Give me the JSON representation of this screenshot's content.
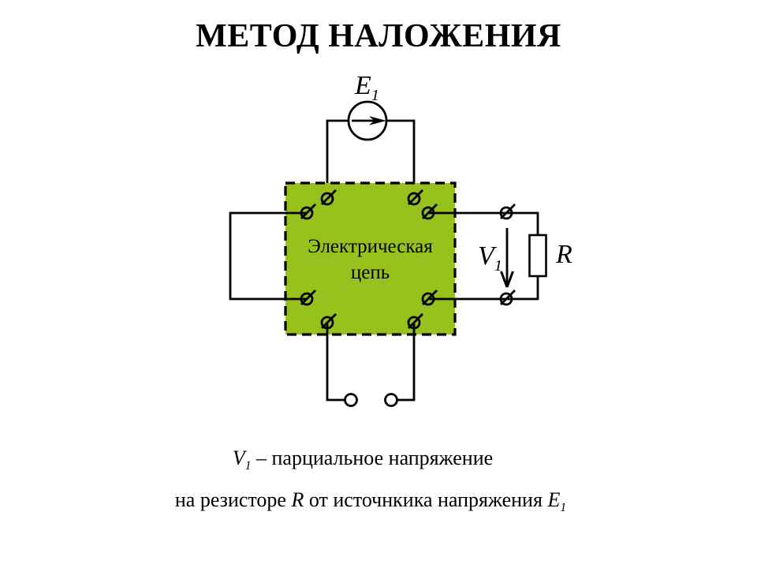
{
  "slide": {
    "title": "МЕТОД НАЛОЖЕНИЯ"
  },
  "colors": {
    "background": "#FFFFFF",
    "box_fill": "#97C11C",
    "stroke": "#000000"
  },
  "circuit": {
    "source_label_base": "E",
    "source_label_sub": "1",
    "box_label_line1": "Электрическая",
    "box_label_line2": "цепь",
    "voltage_label_base": "V",
    "voltage_label_sub": "1",
    "resistor_label": "R"
  },
  "caption": {
    "line1_var_base": "V",
    "line1_var_sub": "1",
    "line1_text": " – парциальное напряжение",
    "line2_text_start": "на резисторе ",
    "line2_var1": "R",
    "line2_text_mid": " от источнкика напряжения ",
    "line2_var2_base": "E",
    "line2_var2_sub": "1"
  }
}
